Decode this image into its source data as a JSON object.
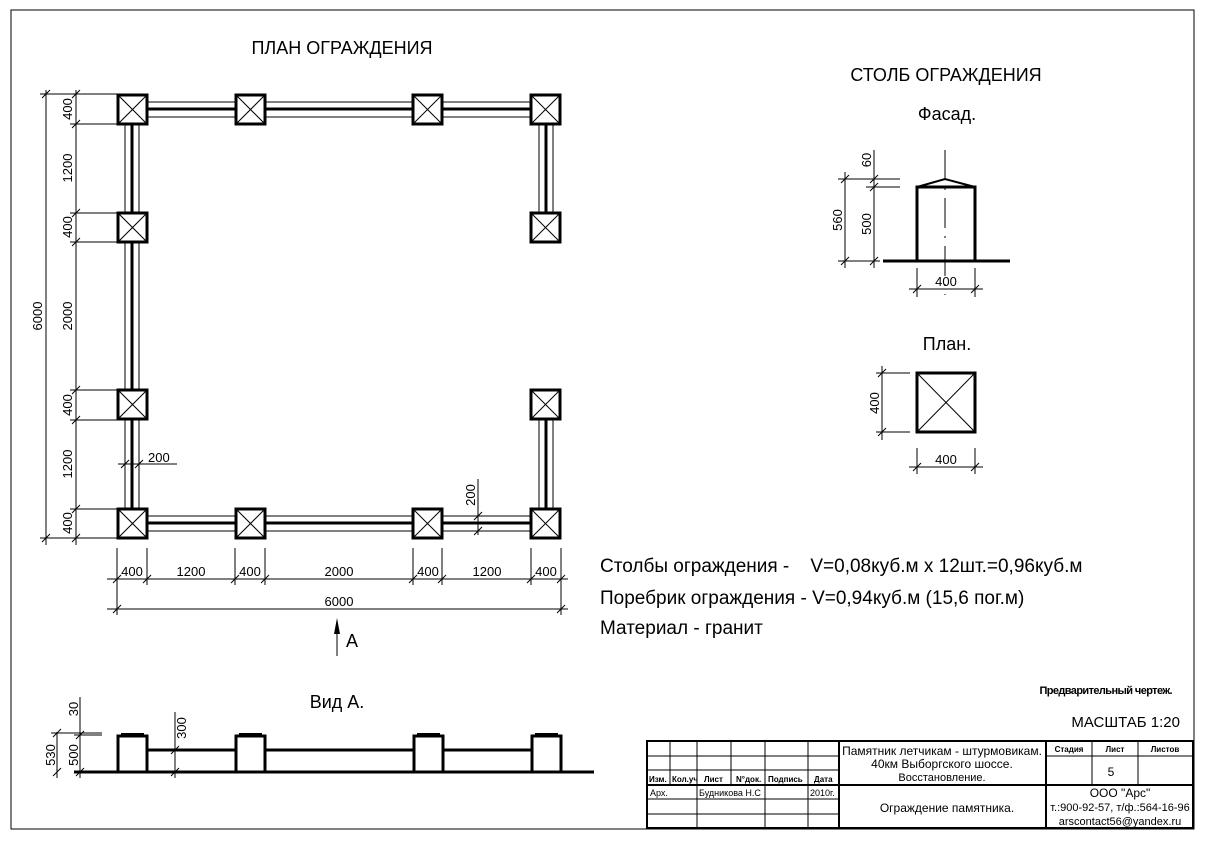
{
  "plan": {
    "title": "ПЛАН ОГРАЖДЕНИЯ",
    "dims_left": [
      "400",
      "1200",
      "400",
      "2000",
      "400",
      "1200",
      "400"
    ],
    "dim_left_total": "6000",
    "dims_bottom": [
      "400",
      "1200",
      "400",
      "2000",
      "400",
      "1200",
      "400"
    ],
    "dim_bottom_total": "6000",
    "curb_width_left": "200",
    "curb_width_bottom": "200",
    "view_marker": "А"
  },
  "post": {
    "title": "СТОЛБ ОГРАЖДЕНИЯ",
    "facade_label": "Фасад.",
    "facade_dims": {
      "cap": "60",
      "body": "500",
      "total": "560",
      "width": "400"
    },
    "plan_label": "План.",
    "plan_dims": {
      "height": "400",
      "width": "400"
    }
  },
  "view_a": {
    "title": "Вид А.",
    "dims": {
      "cap": "30",
      "body": "500",
      "total": "530",
      "curb": "300"
    }
  },
  "notes": [
    "Столбы ограждения -    V=0,08куб.м х 12шт.=0,96куб.м",
    "Поребрик ограждения - V=0,94куб.м (15,6 пог.м)",
    "Материал - гранит"
  ],
  "preliminary": "Предварительный чертеж.",
  "scale": "МАСШТАБ 1:20",
  "title_block": {
    "headers": [
      "Изм.",
      "Кол.уч",
      "Лист",
      "N°док.",
      "Подпись",
      "Дата"
    ],
    "row": {
      "role": "Арх.",
      "name": "Будникова Н.С",
      "date": "2010г."
    },
    "project_lines": [
      "Памятник летчикам - штурмовикам.",
      "40км Выборгского шоссе.",
      "Восстановление."
    ],
    "sheet_title": "Ограждение памятника.",
    "stage_header": "Стадия",
    "sheet_header": "Лист",
    "sheets_header": "Листов",
    "sheet_number": "5",
    "company": "ООО \"Арс\"",
    "phone": "т.:900-92-57, т/ф.:564-16-96",
    "email": "arscontact56@yandex.ru"
  }
}
